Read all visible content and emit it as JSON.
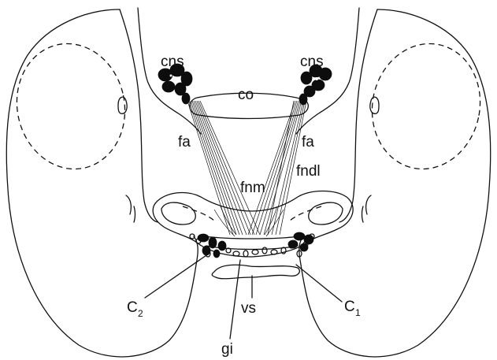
{
  "labels": {
    "cns_left": "cns",
    "cns_right": "cns",
    "co": "co",
    "fa_left": "fa",
    "fa_right": "fa",
    "fnm": "fnm",
    "fndl": "fndl",
    "c2_main": "C",
    "c2_sub": "2",
    "c1_main": "C",
    "c1_sub": "1",
    "vs": "vs",
    "gi": "gi"
  }
}
